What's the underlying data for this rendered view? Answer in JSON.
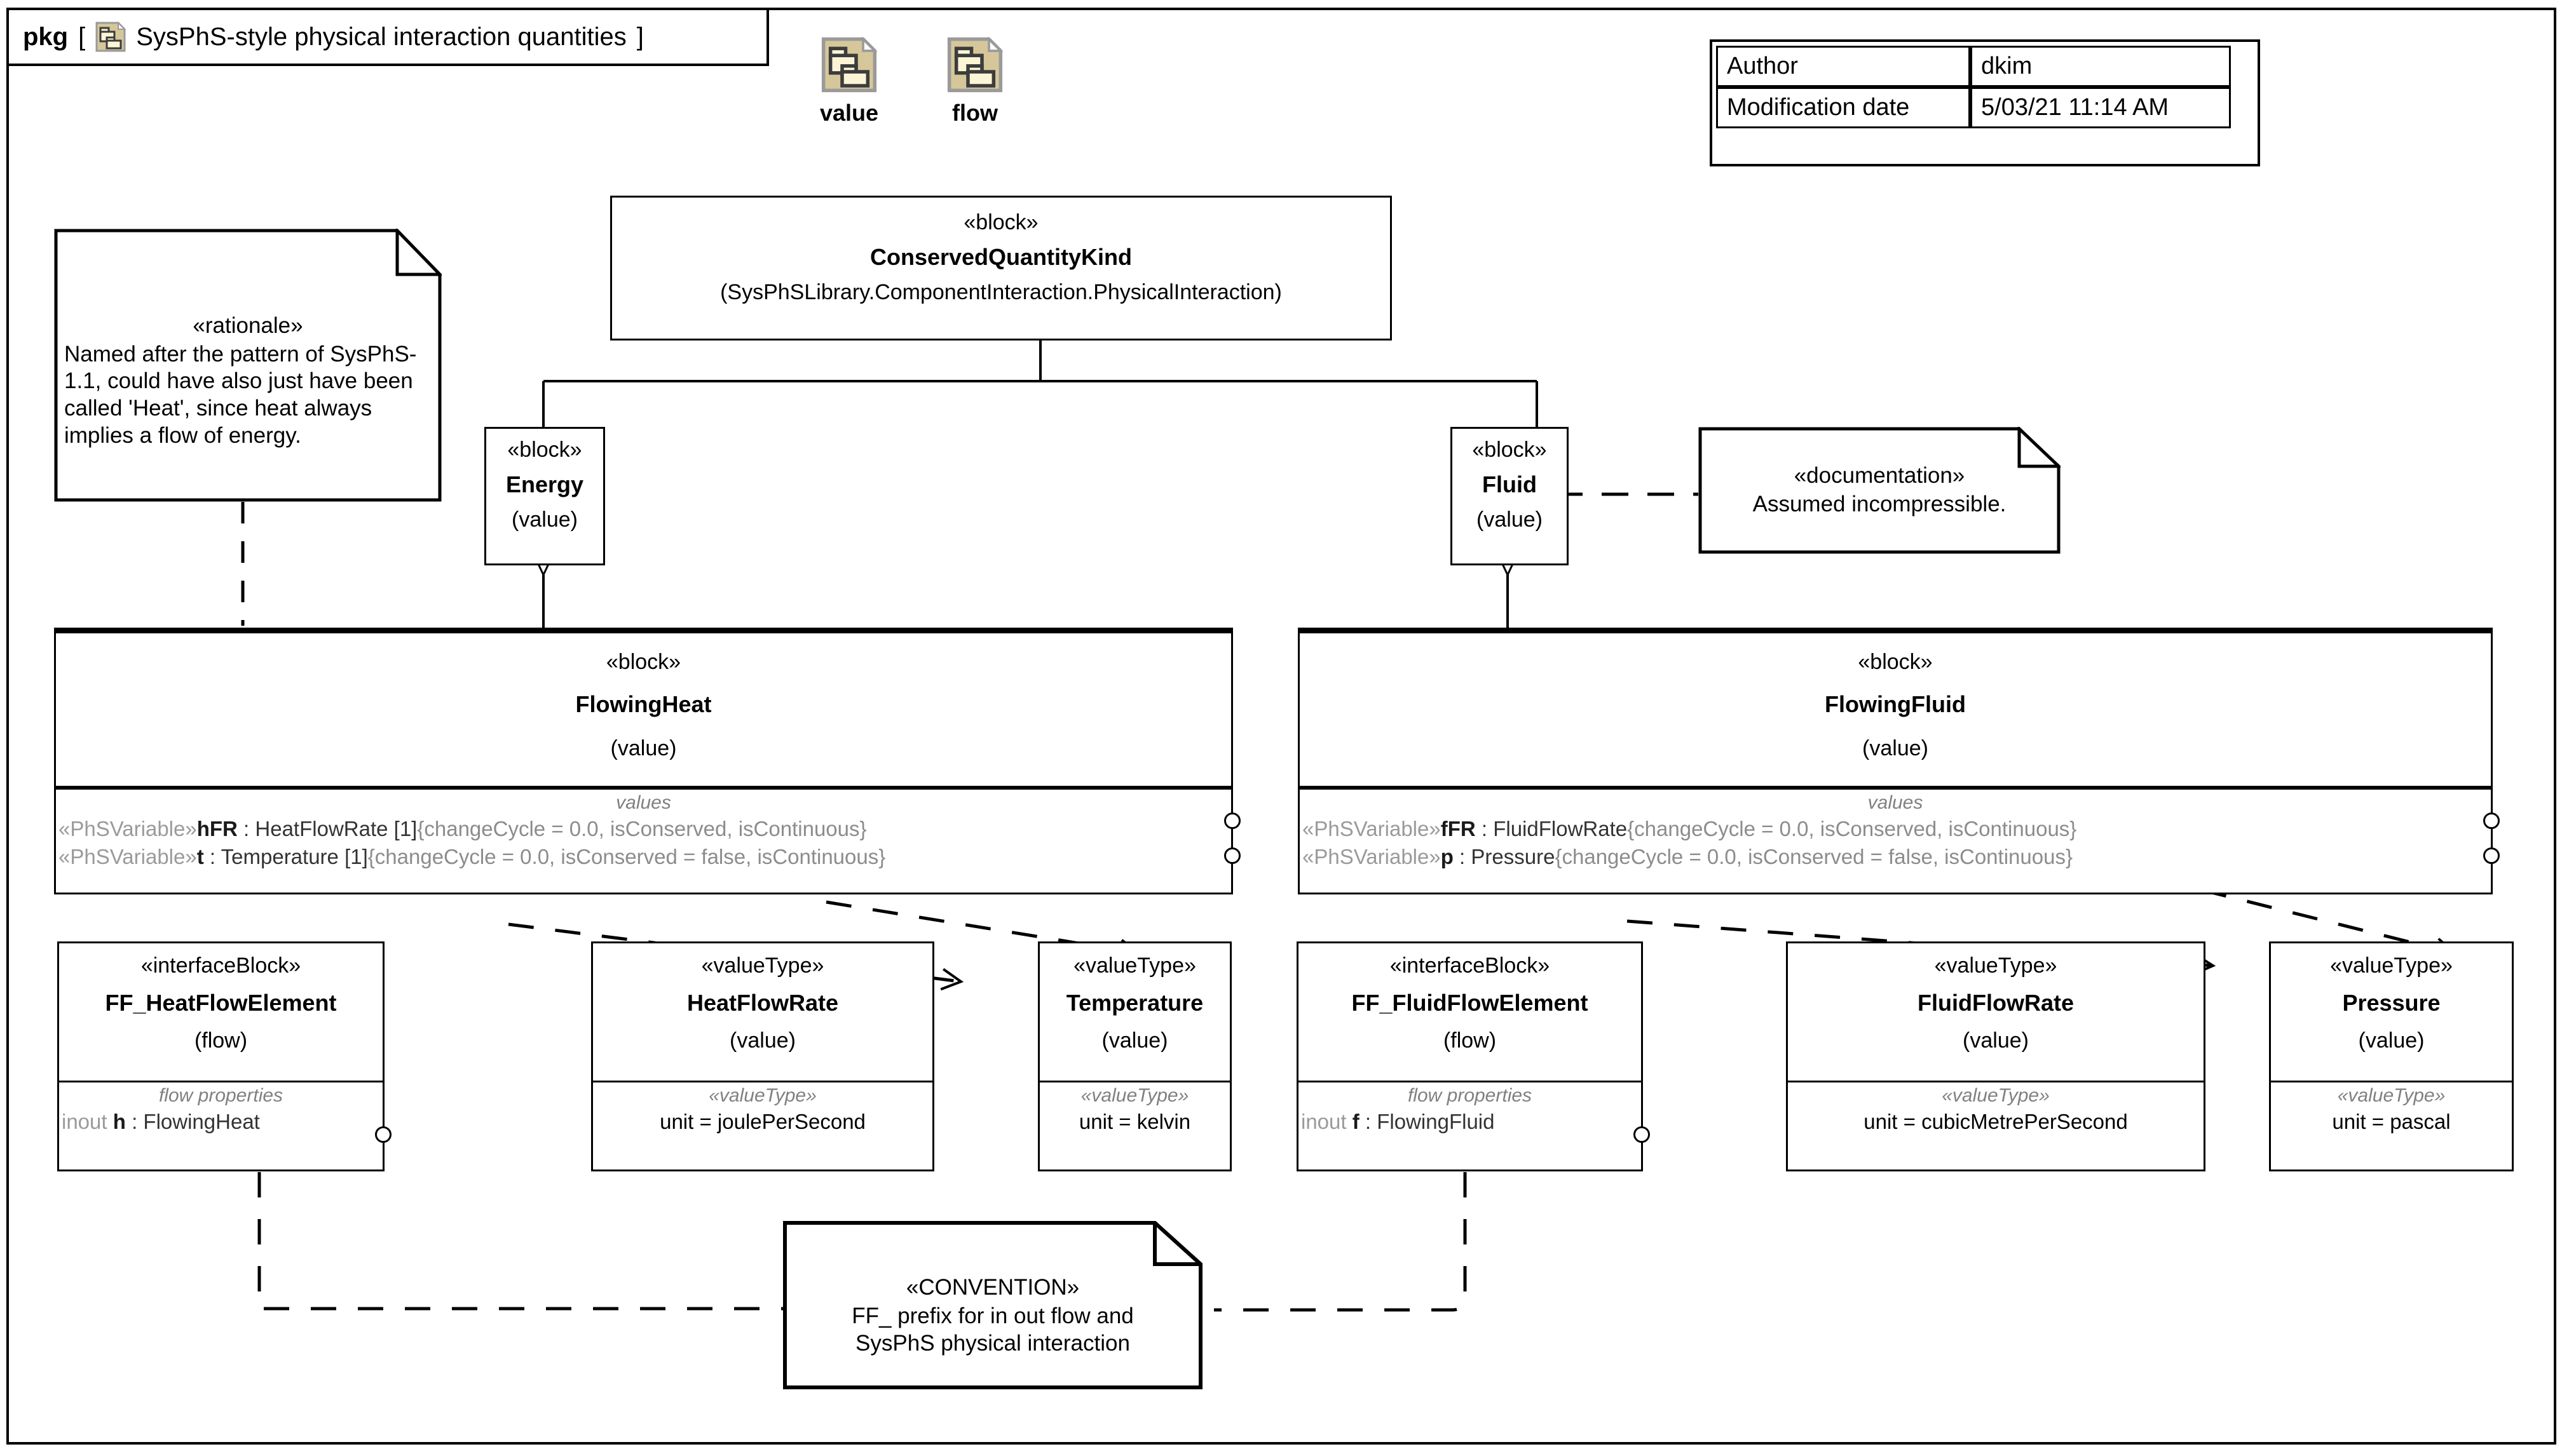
{
  "diagram": {
    "kind_label": "pkg",
    "bracket_open": "[",
    "bracket_close": "]",
    "title": "SysPhS-style physical interaction quantities",
    "package_icon": "package-icon"
  },
  "legend": [
    {
      "icon": "package-icon",
      "label": "value"
    },
    {
      "icon": "package-icon",
      "label": "flow"
    }
  ],
  "metadata": {
    "rows": [
      {
        "key": "Author",
        "value": "dkim"
      },
      {
        "key": "Modification date",
        "value": "5/03/21 11:14 AM"
      }
    ]
  },
  "blocks": {
    "conserved_quantity_kind": {
      "stereotype": "«block»",
      "name": "ConservedQuantityKind",
      "qualified": "(SysPhSLibrary.ComponentInteraction.PhysicalInteraction)"
    },
    "energy": {
      "stereotype": "«block»",
      "name": "Energy",
      "qualified": "(value)"
    },
    "fluid": {
      "stereotype": "«block»",
      "name": "Fluid",
      "qualified": "(value)"
    },
    "flowing_heat": {
      "stereotype": "«block»",
      "name": "FlowingHeat",
      "qualified": "(value)",
      "compartment_title": "values",
      "properties": [
        {
          "stereotype": "«PhSVariable»",
          "name": "hFR",
          "sep": " : ",
          "type": "HeatFlowRate",
          "multiplicity": " [1]",
          "constraints": "{changeCycle = 0.0, isConserved, isContinuous}"
        },
        {
          "stereotype": "«PhSVariable»",
          "name": "t",
          "sep": " : ",
          "type": "Temperature",
          "multiplicity": " [1]",
          "constraints": "{changeCycle = 0.0, isConserved = false, isContinuous}"
        }
      ]
    },
    "flowing_fluid": {
      "stereotype": "«block»",
      "name": "FlowingFluid",
      "qualified": "(value)",
      "compartment_title": "values",
      "properties": [
        {
          "stereotype": "«PhSVariable»",
          "name": "fFR",
          "sep": " : ",
          "type": "FluidFlowRate",
          "multiplicity": "",
          "constraints": "{changeCycle = 0.0, isConserved, isContinuous}"
        },
        {
          "stereotype": "«PhSVariable»",
          "name": "p",
          "sep": " : ",
          "type": "Pressure",
          "multiplicity": "",
          "constraints": "{changeCycle = 0.0, isConserved = false, isContinuous}"
        }
      ]
    },
    "ff_heat_flow_element": {
      "stereotype": "«interfaceBlock»",
      "name": "FF_HeatFlowElement",
      "qualified": "(flow)",
      "compartment_title": "flow properties",
      "flow_property": {
        "direction": "inout ",
        "name": "h",
        "sep": " : ",
        "type": "FlowingHeat"
      }
    },
    "ff_fluid_flow_element": {
      "stereotype": "«interfaceBlock»",
      "name": "FF_FluidFlowElement",
      "qualified": "(flow)",
      "compartment_title": "flow properties",
      "flow_property": {
        "direction": "inout ",
        "name": "f",
        "sep": " : ",
        "type": "FlowingFluid"
      }
    },
    "heat_flow_rate": {
      "stereotype": "«valueType»",
      "name": "HeatFlowRate",
      "qualified": "(value)",
      "compartment_title": "«valueType»",
      "unit": "unit = joulePerSecond"
    },
    "temperature": {
      "stereotype": "«valueType»",
      "name": "Temperature",
      "qualified": "(value)",
      "compartment_title": "«valueType»",
      "unit": "unit = kelvin"
    },
    "fluid_flow_rate": {
      "stereotype": "«valueType»",
      "name": "FluidFlowRate",
      "qualified": "(value)",
      "compartment_title": "«valueType»",
      "unit": "unit = cubicMetrePerSecond"
    },
    "pressure": {
      "stereotype": "«valueType»",
      "name": "Pressure",
      "qualified": "(value)",
      "compartment_title": "«valueType»",
      "unit": "unit = pascal"
    }
  },
  "notes": {
    "rationale": {
      "stereotype": "«rationale»",
      "text": "Named after the pattern of SysPhS-1.1, could have also just have been called 'Heat', since heat always implies a flow of energy."
    },
    "documentation": {
      "stereotype": "«documentation»",
      "text": "Assumed incompressible."
    },
    "convention": {
      "stereotype": "«CONVENTION»",
      "line1": "FF_ prefix for in out flow and",
      "line2": "SysPhS physical interaction"
    }
  },
  "colors": {
    "icon_body": "#d6c79a",
    "icon_inner": "#fbf5d6",
    "icon_outline": "#9a9a9a",
    "icon_dark": "#3c3c3c",
    "stroke": "#000000",
    "muted_text": "#8c8c8c",
    "background": "#ffffff"
  }
}
